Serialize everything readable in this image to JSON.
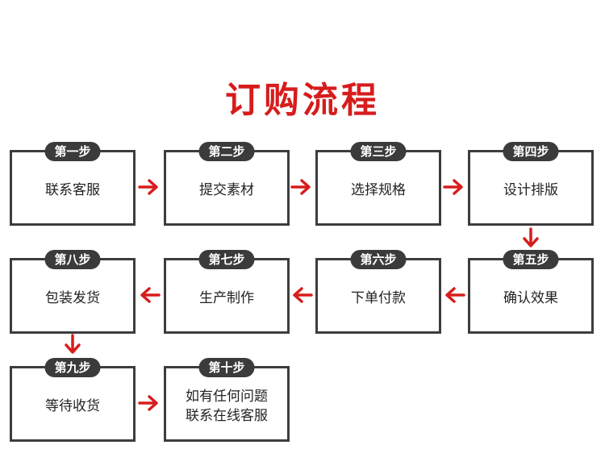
{
  "title": "订购流程",
  "accent_color": "#d71c1c",
  "steps": [
    {
      "badge": "第一步",
      "label": "联系客服"
    },
    {
      "badge": "第二步",
      "label": "提交素材"
    },
    {
      "badge": "第三步",
      "label": "选择规格"
    },
    {
      "badge": "第四步",
      "label": "设计排版"
    },
    {
      "badge": "第五步",
      "label": "确认效果"
    },
    {
      "badge": "第六步",
      "label": "下单付款"
    },
    {
      "badge": "第七步",
      "label": "生产制作"
    },
    {
      "badge": "第八步",
      "label": "包装发货"
    },
    {
      "badge": "第九步",
      "label": "等待收货"
    },
    {
      "badge": "第十步",
      "label_lines": [
        "如有任何问题",
        "联系在线客服"
      ]
    }
  ]
}
